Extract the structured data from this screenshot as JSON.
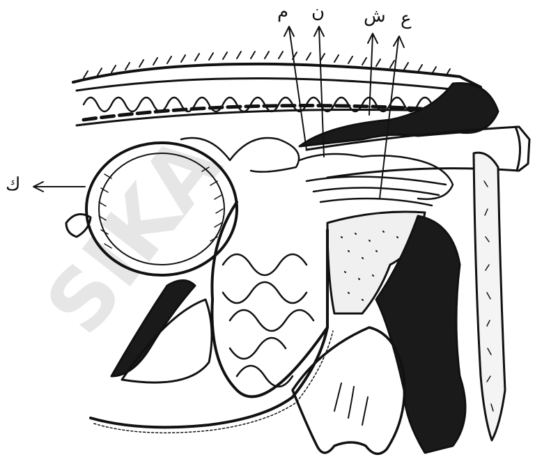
{
  "figure": {
    "labels": [
      {
        "id": "label-1",
        "text": "م"
      },
      {
        "id": "label-2",
        "text": "ن"
      },
      {
        "id": "label-3",
        "text": "ش"
      },
      {
        "id": "label-4",
        "text": "ع"
      },
      {
        "id": "label-5",
        "text": "ك"
      }
    ],
    "watermark": "SIKA"
  }
}
